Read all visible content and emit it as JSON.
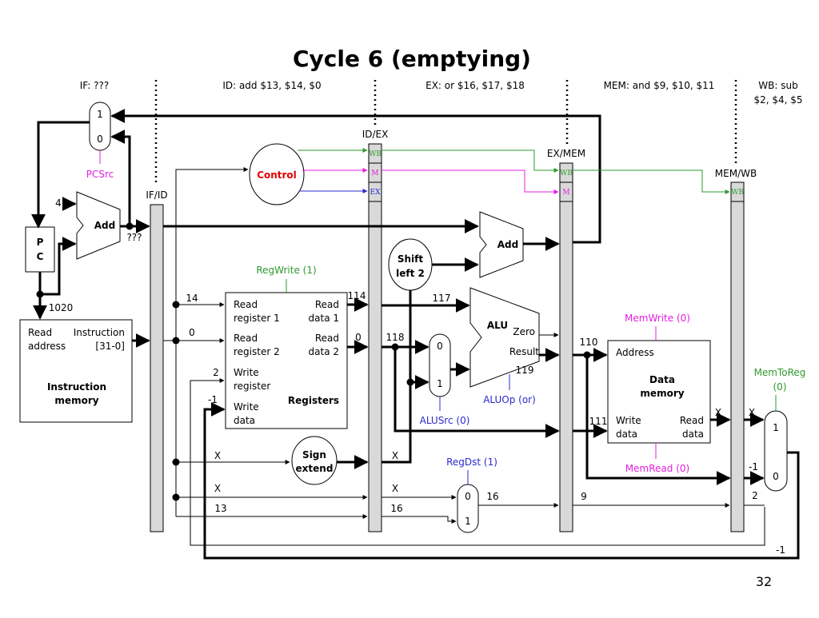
{
  "title": "Cycle 6 (emptying)",
  "page_number": "32",
  "stages": {
    "if": "IF: ???",
    "id": "ID: add $13, $14, $0",
    "ex": "EX: or $16, $17, $18",
    "mem": "MEM: and $9, $10, $11",
    "wb_line1": "WB: sub",
    "wb_line2": "$2, $4, $5"
  },
  "pipeline_registers": {
    "if_id": "IF/ID",
    "id_ex": "ID/EX",
    "ex_mem": "EX/MEM",
    "mem_wb": "MEM/WB",
    "wb": "WB",
    "m": "M",
    "ex": "EX"
  },
  "units": {
    "mux_one": "1",
    "mux_zero": "0",
    "pcsrc": "PCSrc",
    "pc_line1": "P",
    "pc_line2": "C",
    "add": "Add",
    "four": "4",
    "control": "Control",
    "shift_line1": "Shift",
    "shift_line2": "left 2",
    "alu": "ALU",
    "zero": "Zero",
    "result": "Result",
    "sign_line1": "Sign",
    "sign_line2": "extend",
    "regwrite": "RegWrite (1)",
    "alusrc": "ALUSrc (0)",
    "aluop": "ALUOp (or)",
    "regdst": "RegDst (1)",
    "memwrite": "MemWrite (0)",
    "memread": "MemRead (0)",
    "memtoreg_line1": "MemToReg",
    "memtoreg_line2": "(0)"
  },
  "instruction_memory": {
    "read": "Read",
    "address": "address",
    "instruction": "Instruction",
    "bits": "[31-0]",
    "name_line1": "Instruction",
    "name_line2": "memory"
  },
  "registers": {
    "rr1_line1": "Read",
    "rr1_line2": "register 1",
    "rr2_line1": "Read",
    "rr2_line2": "register 2",
    "wr_line1": "Write",
    "wr_line2": "register",
    "wd_line1": "Write",
    "wd_line2": "data",
    "rd1_line1": "Read",
    "rd1_line2": "data 1",
    "rd2_line1": "Read",
    "rd2_line2": "data 2",
    "name": "Registers"
  },
  "data_memory": {
    "address": "Address",
    "name_line1": "Data",
    "name_line2": "memory",
    "write_line1": "Write",
    "write_line2": "data",
    "read_line1": "Read",
    "read_line2": "data"
  },
  "values": {
    "pc_next": "???",
    "pc": "1020",
    "rs": "14",
    "rt": "0",
    "write_reg": "2",
    "write_data": "-1",
    "read1": "114",
    "read2": "0",
    "alu_in_a": "117",
    "alu_in_b": "118",
    "alu_result": "110",
    "alu_result_wire": "119",
    "mem_write_data": "111",
    "mem_wb_read": "X",
    "mem_wb_out": "X",
    "wb_alu": "-1",
    "wb_dest": "2",
    "sign_in": "X",
    "sign_out": "X",
    "rt_field": "X",
    "rt_field_ex": "X",
    "rd_field": "13",
    "rd_field_ex": "16",
    "regdst_out": "16",
    "exmem_dest": "9",
    "bottom_val": "-1"
  }
}
